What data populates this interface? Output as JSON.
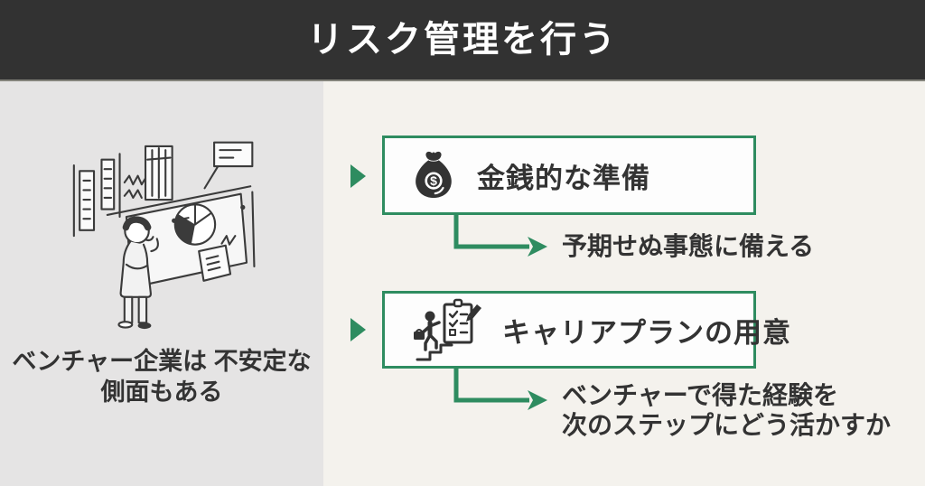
{
  "header": {
    "title": "リスク管理を行う"
  },
  "left_panel": {
    "illustration": "person-thinking-at-chart-board",
    "caption_line1": "ベンチャー企業は",
    "caption_line2": "不安定な側面もある"
  },
  "items": [
    {
      "icon": "money-bag-icon",
      "label": "金銭的な準備",
      "note_lines": [
        "予期せぬ事態に備える"
      ]
    },
    {
      "icon": "career-steps-checklist-icon",
      "label": "キャリアプランの用意",
      "note_lines": [
        "ベンチャーで得た経験を",
        "次のステップにどう活かすか"
      ]
    }
  ],
  "colors": {
    "accent_green": "#2e8c60",
    "header_bg": "#323232",
    "left_panel_bg": "#e5e4e4",
    "right_panel_bg": "#f4f2ed",
    "box_bg": "#fdfdfd",
    "text": "#333333",
    "header_text": "#ffffff"
  }
}
